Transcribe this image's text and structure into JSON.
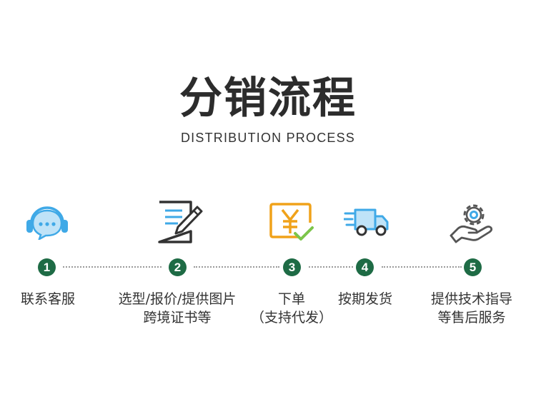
{
  "header": {
    "title": "分销流程",
    "subtitle": "DISTRIBUTION PROCESS"
  },
  "colors": {
    "accent_green": "#1e6b45",
    "icon_blue": "#3fa9e7",
    "icon_orange": "#f0a21a",
    "icon_dark": "#333333"
  },
  "steps": [
    {
      "number": "1",
      "icon": "headset-chat-icon",
      "lines": [
        "联系客服"
      ]
    },
    {
      "number": "2",
      "icon": "document-pen-icon",
      "lines": [
        "选型/报价/提供图片",
        "跨境证书等"
      ]
    },
    {
      "number": "3",
      "icon": "yuan-check-icon",
      "lines": [
        "下单",
        "（支持代发）"
      ]
    },
    {
      "number": "4",
      "icon": "delivery-truck-icon",
      "lines": [
        "按期发货"
      ]
    },
    {
      "number": "5",
      "icon": "gear-hand-icon",
      "lines": [
        "提供技术指导",
        "等售后服务"
      ]
    }
  ]
}
